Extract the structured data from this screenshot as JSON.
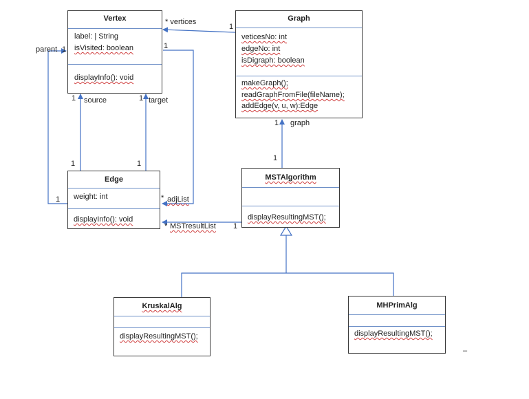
{
  "accent_color": "#4472c4",
  "classes": {
    "vertex": {
      "name": "Vertex",
      "attributes": [
        "label: | String",
        "isVisited: boolean"
      ],
      "operations": [
        "displayInfo(): void"
      ]
    },
    "graph": {
      "name": "Graph",
      "attributes": [
        "veticesNo: int",
        "edgeNo: int",
        "isDigraph: boolean"
      ],
      "operations": [
        "makeGraph();",
        "readGraphFromFile(fileName);",
        "addEdge(v, u, w):Edge"
      ]
    },
    "edge": {
      "name": "Edge",
      "attributes": [
        "weight: int"
      ],
      "operations": [
        "displayInfo(): void"
      ]
    },
    "mst": {
      "name": "MSTAlgorithm",
      "attributes": [],
      "operations": [
        "displayResultingMST();"
      ]
    },
    "kruskal": {
      "name": "KruskalAlg",
      "attributes": [],
      "operations": [
        "displayResultingMST();"
      ]
    },
    "mhprim": {
      "name": "MHPrimAlg",
      "attributes": [],
      "operations": [
        "displayResultingMST();"
      ]
    }
  },
  "labels": {
    "vertices_role": "* vertices",
    "vertices_graph_mult": "1",
    "parent_role": "parent",
    "parent_mult": "1",
    "adjlist_vertex_mult": "1",
    "source_top_mult": "1",
    "source_role": "source",
    "target_top_mult": "1",
    "target_role": "target",
    "source_bottom_mult": "1",
    "target_bottom_mult": "1",
    "parent_edge_mult": "1",
    "adjlist_star": "*",
    "adjlist_role": "adjList",
    "mst_star": "*",
    "mst_role": "MSTresultList",
    "mst_algo_mult": "1",
    "graph_bottom_mult": "1",
    "graph_role": "graph",
    "mst_top_mult": "1",
    "dash": "–"
  }
}
